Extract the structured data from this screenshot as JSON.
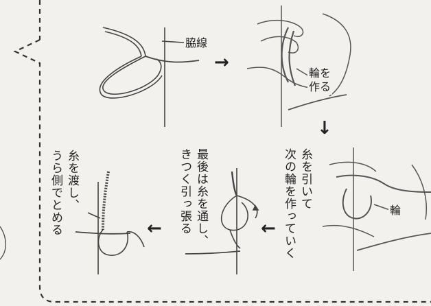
{
  "labels": {
    "waki_sen": "脇線",
    "wa_o": "輪を",
    "tsukuru": "作る",
    "wa": "輪"
  },
  "captions": {
    "step3_line1": "糸を引いて",
    "step3_line2": "次の輪を作っていく",
    "step4_line1": "最後は糸を通し、",
    "step4_line2": "きつく引っ張る",
    "step5_line1": "糸を渡し、",
    "step5_line2": "うら側でとめる"
  },
  "arrows": {
    "right": "→",
    "down": "↓",
    "left": "←"
  }
}
